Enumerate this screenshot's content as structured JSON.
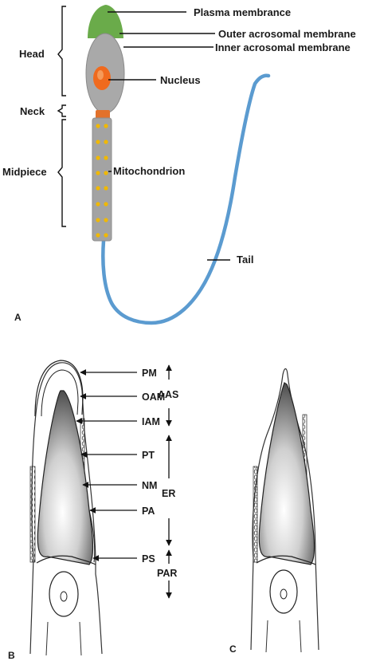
{
  "panel_a": {
    "letter": "A",
    "labels": {
      "plasma_membrane": "Plasma membrance",
      "outer_acrosomal": "Outer acrosomal membrane",
      "inner_acrosomal": "Inner acrosomal membrane",
      "nucleus": "Nucleus",
      "mitochondrion": "Mitochondrion",
      "tail": "Tail"
    },
    "regions": {
      "head": "Head",
      "neck": "Neck",
      "midpiece": "Midpiece"
    },
    "colors": {
      "plasma_membrane": "#6aab4a",
      "head": "#a9a9a9",
      "nucleus": "#f06a1e",
      "neck": "#e2712b",
      "midpiece": "#a3a3a3",
      "mitochondria": "#f0b800",
      "tail": "#5b9bd0"
    }
  },
  "panel_b": {
    "letter": "B",
    "labels": {
      "pm": "PM",
      "oam": "OAM",
      "iam": "IAM",
      "pt": "PT",
      "nm": "NM",
      "pa": "PA",
      "ps": "PS"
    },
    "regions": {
      "aas": "AAS",
      "er": "ER",
      "par": "PAR"
    }
  },
  "panel_c": {
    "letter": "C"
  }
}
